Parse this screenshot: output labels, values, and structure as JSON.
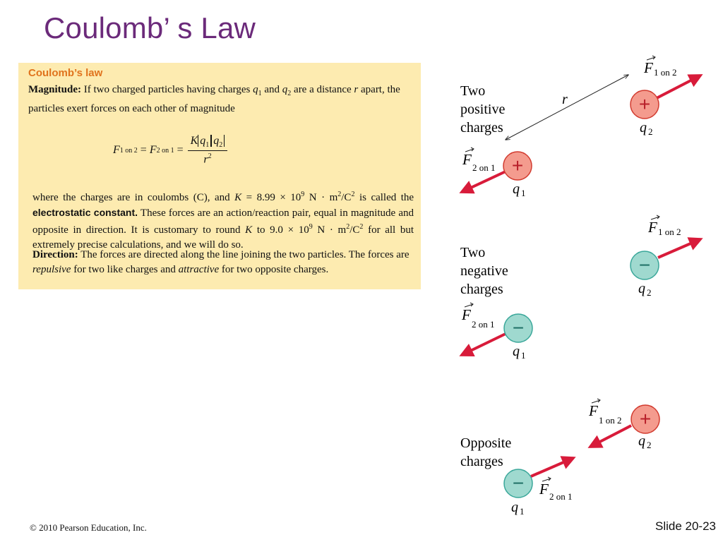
{
  "slide": {
    "title": "Coulomb’ s Law",
    "copyright": "© 2010 Pearson Education, Inc.",
    "slide_number": "Slide 20-23"
  },
  "box": {
    "heading": "Coulomb’s law",
    "magnitude_label": "Magnitude:",
    "magnitude_text_a": "If two charged particles having charges",
    "q1": "q",
    "q1_sub": "1",
    "and": "and",
    "q2": "q",
    "q2_sub": "2",
    "magnitude_text_b": "are a distance",
    "r": "r",
    "magnitude_text_c": "apart, the particles exert forces on each other of magnitude",
    "formula": {
      "F": "F",
      "sub_1on2": "1 on 2",
      "eq": "=",
      "sub_2on1": "2 on 1",
      "K": "K",
      "den": "r",
      "den_sup": "2"
    },
    "where_a": "where the charges are in coulombs (C), and",
    "K": "K",
    "where_b": "= 8.99 × 10",
    "exp9": "9",
    "where_c": "N · m",
    "sq": "2",
    "where_d": "/C",
    "where_e": "is called the",
    "constant_label": "electrostatic constant.",
    "where_f": "These forces are an action/reaction pair, equal in magnitude and opposite in direction. It is customary to round",
    "where_g": "to 9.0 × 10",
    "where_h": "for all but extremely precise calculations, and we will do so.",
    "direction_label": "Direction:",
    "direction_a": "The forces are directed along the line joining the two particles. The forces are",
    "repulsive": "repulsive",
    "direction_b": "for two like charges and",
    "attractive": "attractive",
    "direction_c": "for two opposite charges."
  },
  "diagram": {
    "colors": {
      "positive_fill": "#f49b8e",
      "positive_stroke": "#d23b2f",
      "negative_fill": "#9fd9cf",
      "negative_stroke": "#3aa79a",
      "arrow": "#d81b3a"
    },
    "plus_sign": "+",
    "minus_sign": "−",
    "F": "F",
    "on_1on2": "1 on 2",
    "on_2on1": "2 on 1",
    "q": "q",
    "sub1": "1",
    "sub2": "2",
    "r": "r",
    "positive": {
      "line1": "Two",
      "line2": "positive",
      "line3": "charges"
    },
    "negative": {
      "line1": "Two",
      "line2": "negative",
      "line3": "charges"
    },
    "opposite": {
      "line1": "Opposite",
      "line2": "charges"
    }
  }
}
